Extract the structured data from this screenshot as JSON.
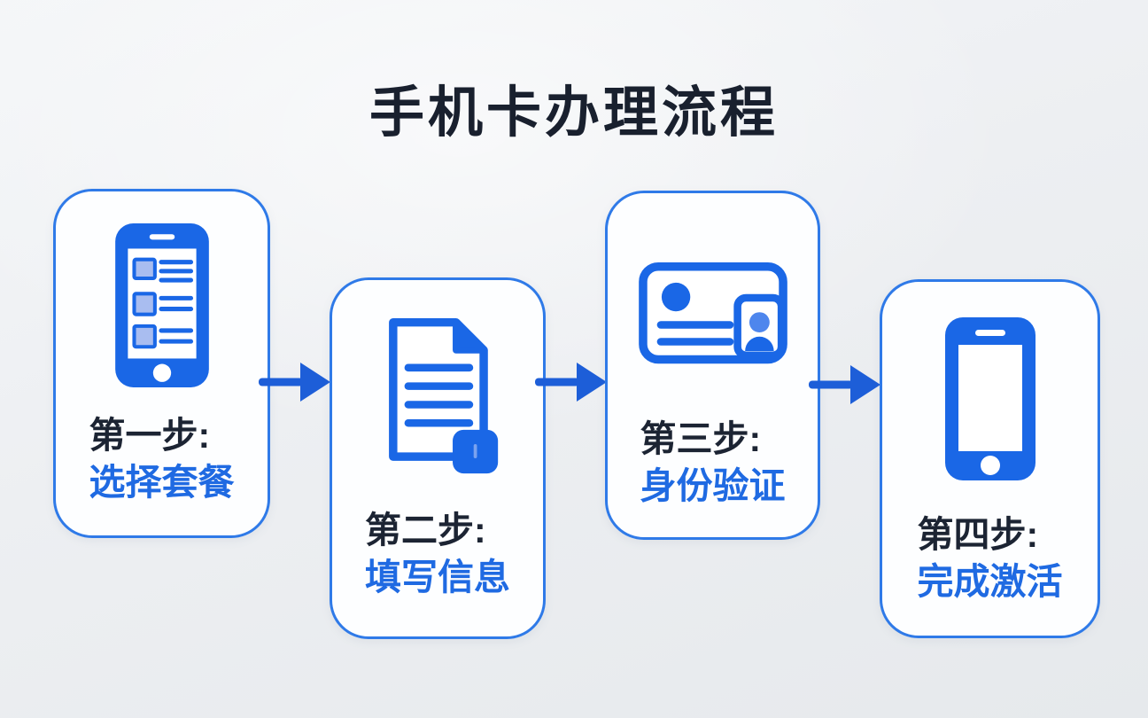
{
  "title": "手机卡办理流程",
  "steps": [
    {
      "step_label": "第一步:",
      "action_label": "选择套餐",
      "icon": "phone-plan-list-icon"
    },
    {
      "step_label": "第二步:",
      "action_label": "填写信息",
      "icon": "document-form-icon"
    },
    {
      "step_label": "第三步:",
      "action_label": "身份验证",
      "icon": "id-card-icon"
    },
    {
      "step_label": "第四步:",
      "action_label": "完成激活",
      "icon": "smartphone-icon"
    }
  ],
  "colors": {
    "icon_blue": "#1a67e6",
    "icon_light_blue": "#a9bdf0",
    "arrow_blue": "#1d5ed8",
    "card_border": "#2f7ae8",
    "step_label_text": "#1c2433",
    "action_label_text": "#1f6ae2",
    "background_light": "#f4f6f8",
    "background_dark": "#e6e9ec"
  }
}
